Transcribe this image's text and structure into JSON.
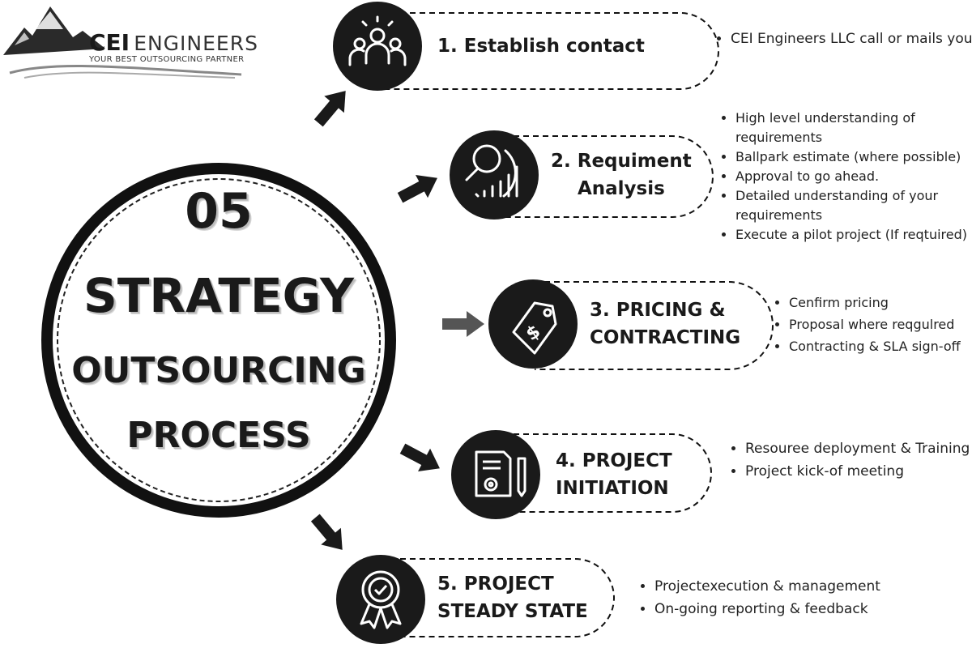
{
  "logo": {
    "brand_bold": "CEI",
    "brand_light": "ENGINEERS",
    "tagline": "YOUR BEST OUTSOURCING PARTNER"
  },
  "center": {
    "number": "05",
    "line1": "STRATEGY",
    "line2": "OUTSOURCING",
    "line3": "PROCESS"
  },
  "steps": [
    {
      "title_lines": [
        "1. Establish contact"
      ],
      "icon": "team-icon",
      "bullets": [
        "CEI Engineers LLC call or mails you"
      ]
    },
    {
      "title_lines": [
        "2. Requiment",
        "Analysis"
      ],
      "icon": "analysis-icon",
      "bullets": [
        "High level understanding of requirements",
        "Ballpark estimate (where possible)",
        "Approval to go ahead.",
        "Detailed understanding of your requirements",
        "Execute a pilot project (If reqtuired)"
      ]
    },
    {
      "title_lines": [
        "3. PRICING &",
        "CONTRACTING"
      ],
      "icon": "price-tag-icon",
      "bullets": [
        "Cenfirm pricing",
        "Proposal where reqgulred",
        "Contracting & SLA sign-off"
      ]
    },
    {
      "title_lines": [
        "4. PROJECT",
        "INITIATION"
      ],
      "icon": "document-gear-icon",
      "bullets": [
        "Resouree deployment & Training",
        "Project kick-of meeting"
      ]
    },
    {
      "title_lines": [
        "5. PROJECT",
        "STEADY STATE"
      ],
      "icon": "award-badge-icon",
      "bullets": [
        "Projectexecution & management",
        "On-going reporting & feedback"
      ]
    }
  ]
}
